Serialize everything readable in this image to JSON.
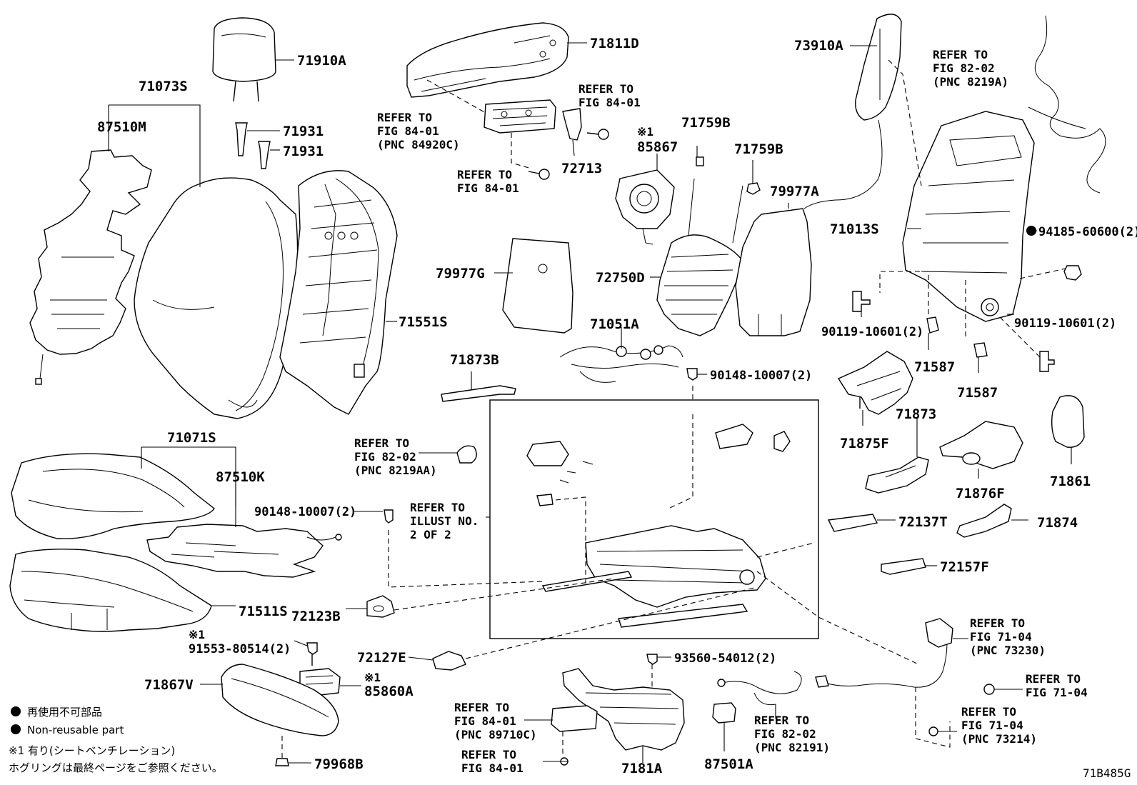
{
  "labels": {
    "p71910A": "71910A",
    "p71073S": "71073S",
    "p87510M": "87510M",
    "p71931a": "71931",
    "p71931b": "71931",
    "p71811D": "71811D",
    "p72713": "72713",
    "p85867": "85867",
    "p71759Ba": "71759B",
    "p71759Bb": "71759B",
    "p79977A": "79977A",
    "p79977G": "79977G",
    "p72750D": "72750D",
    "p71551S": "71551S",
    "p71051A": "71051A",
    "p71873B": "71873B",
    "p73910A": "73910A",
    "p71013S": "71013S",
    "p94185": "94185-60600(2)",
    "p90119a": "90119-10601(2)",
    "p90119b": "90119-10601(2)",
    "p71587a": "71587",
    "p71587b": "71587",
    "p90148a": "90148-10007(2)",
    "p90148b": "90148-10007(2)",
    "p71875F": "71875F",
    "p71873": "71873",
    "p71876F": "71876F",
    "p71861": "71861",
    "p71071S": "71071S",
    "p87510K": "87510K",
    "p72137T": "72137T",
    "p71874": "71874",
    "p72157F": "72157F",
    "p71511S": "71511S",
    "p72123B": "72123B",
    "p91553": "91553-80514(2)",
    "p72127E": "72127E",
    "p93560": "93560-54012(2)",
    "p71867V": "71867V",
    "p85860A": "85860A",
    "p79968B": "79968B",
    "p7181A": "7181A",
    "p87501A": "87501A",
    "mark1": "※1",
    "mark2": "※1",
    "mark3": "※1"
  },
  "refs": {
    "r84920C": [
      "REFER TO",
      "FIG 84-01",
      "(PNC 84920C)"
    ],
    "r8401a": [
      "REFER TO",
      "FIG 84-01"
    ],
    "r8401b": [
      "REFER TO",
      "FIG 84-01"
    ],
    "r8219A": [
      "REFER TO",
      "FIG 82-02",
      "(PNC 8219A)"
    ],
    "r8219AA": [
      "REFER TO",
      "FIG 82-02",
      "(PNC 8219AA)"
    ],
    "rIllust": [
      "REFER TO",
      "ILLUST NO.",
      "2 OF 2"
    ],
    "r73230": [
      "REFER TO",
      "FIG 71-04",
      "(PNC 73230)"
    ],
    "r7104": [
      "REFER TO",
      "FIG 71-04"
    ],
    "r73214": [
      "REFER TO",
      "FIG 71-04",
      "(PNC 73214)"
    ],
    "r89710C": [
      "REFER TO",
      "FIG 84-01",
      "(PNC 89710C)"
    ],
    "r8401c": [
      "REFER TO",
      "FIG 84-01"
    ],
    "r82191": [
      "REFER TO",
      "FIG 82-02",
      "(PNC 82191)"
    ]
  },
  "legend": {
    "jp_nonreusable": "再使用不可部品",
    "en_nonreusable": "Non-reusable part",
    "jp_note1": "※1 有り(シートベンチレーション)",
    "jp_note2": "ホグリングは最終ページをご参照ください。"
  },
  "figure_code": "71B485G"
}
